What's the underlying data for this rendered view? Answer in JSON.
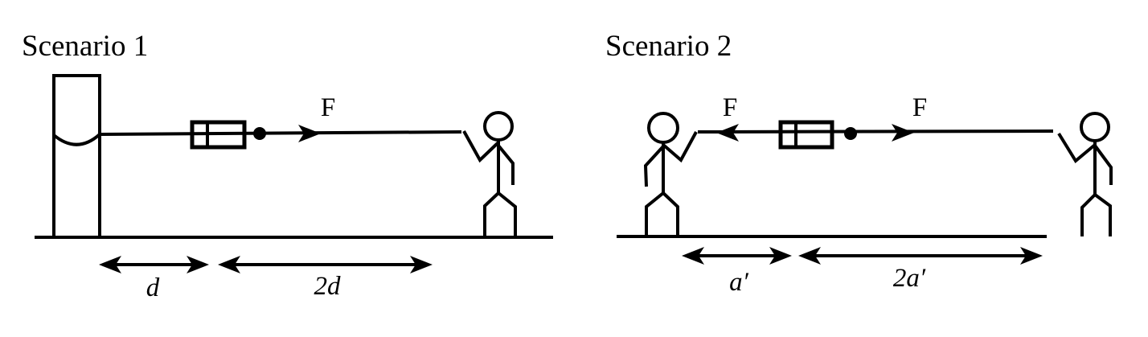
{
  "figure": {
    "background": "#ffffff",
    "ink_color": "#000000",
    "scenario1": {
      "title": "Scenario 1",
      "force_label": "F",
      "dim_near_label": "d",
      "dim_far_label": "2d"
    },
    "scenario2": {
      "title": "Scenario 2",
      "force_label_left": "F",
      "force_label_right": "F",
      "dim_near_label": "a′",
      "dim_far_label": "2a′"
    }
  }
}
